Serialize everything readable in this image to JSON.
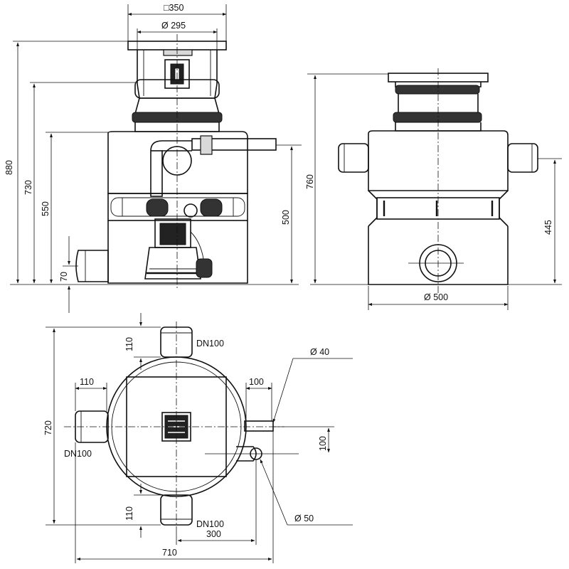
{
  "front_view": {
    "top_square": "□350",
    "top_diameter": "Ø 295",
    "overall_height": "880",
    "height_730": "730",
    "height_550": "550",
    "inlet_height": "70",
    "outlet_height": "500"
  },
  "side_view": {
    "overall_height": "760",
    "inlet_height": "445",
    "base_diameter": "Ø 500"
  },
  "plan_view": {
    "depth": "720",
    "width": "710",
    "top_offset": "110",
    "bottom_offset": "110",
    "left_offset": "110",
    "right_offset": "100",
    "side_spacing": "100",
    "center_distance": "300",
    "top_pipe": "DN100",
    "left_pipe": "DN100",
    "bottom_pipe": "DN100",
    "pipe_40": "Ø 40",
    "pipe_50": "Ø 50"
  }
}
